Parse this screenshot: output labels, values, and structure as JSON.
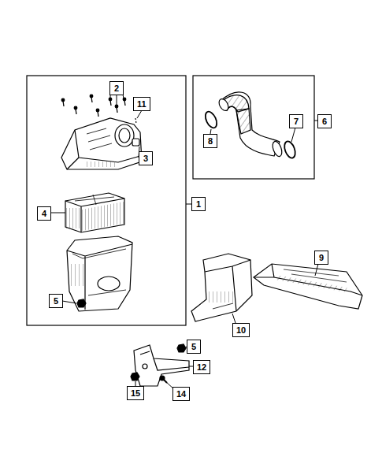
{
  "diagram": {
    "nodes": [
      {
        "text": [
          "2"
        ]
      },
      {
        "text": [
          "11"
        ]
      },
      {
        "text": [
          "3"
        ]
      },
      {
        "text": [
          "6"
        ]
      },
      {
        "text": [
          "8"
        ]
      },
      {
        "text": [
          "7"
        ]
      },
      {
        "text": [
          "1"
        ]
      },
      {
        "text": [
          "4"
        ]
      },
      {
        "text": [
          "9"
        ]
      },
      {
        "text": [
          "5"
        ]
      },
      {
        "text": [
          "10"
        ]
      },
      {
        "text": [
          "5"
        ]
      },
      {
        "text": [
          "12"
        ]
      },
      {
        "text": [
          "15"
        ]
      },
      {
        "text": [
          "14"
        ]
      }
    ]
  }
}
